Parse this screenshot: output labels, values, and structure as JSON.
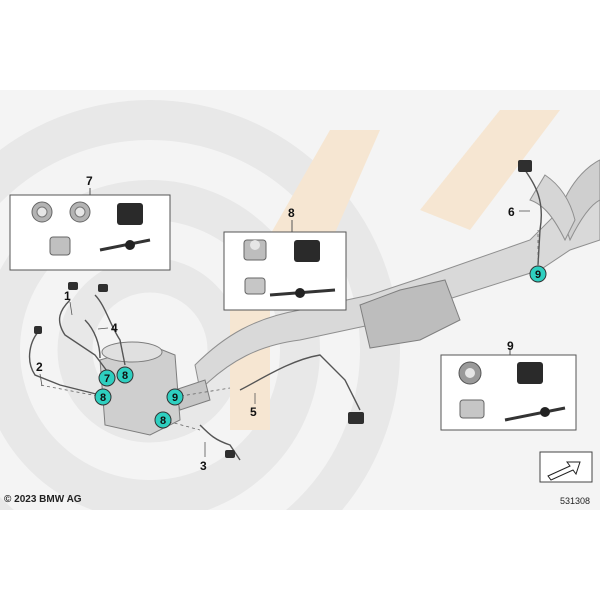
{
  "callouts": {
    "c1": "1",
    "c2": "2",
    "c3": "3",
    "c4": "4",
    "c5": "5",
    "c6": "6",
    "c7": "7",
    "c8": "8",
    "c9": "9"
  },
  "markers": {
    "m7": "7",
    "m8a": "8",
    "m8b": "8",
    "m8c": "8",
    "m9a": "9",
    "m9b": "9"
  },
  "footer": {
    "copyright": "© 2023 BMW AG",
    "doc_number": "531308"
  },
  "colors": {
    "marker_fill": "#2ecfc0",
    "watermark": "#f3e0c8",
    "background_ring": "#e6e6e6",
    "part_gray": "#8a8a8a"
  }
}
